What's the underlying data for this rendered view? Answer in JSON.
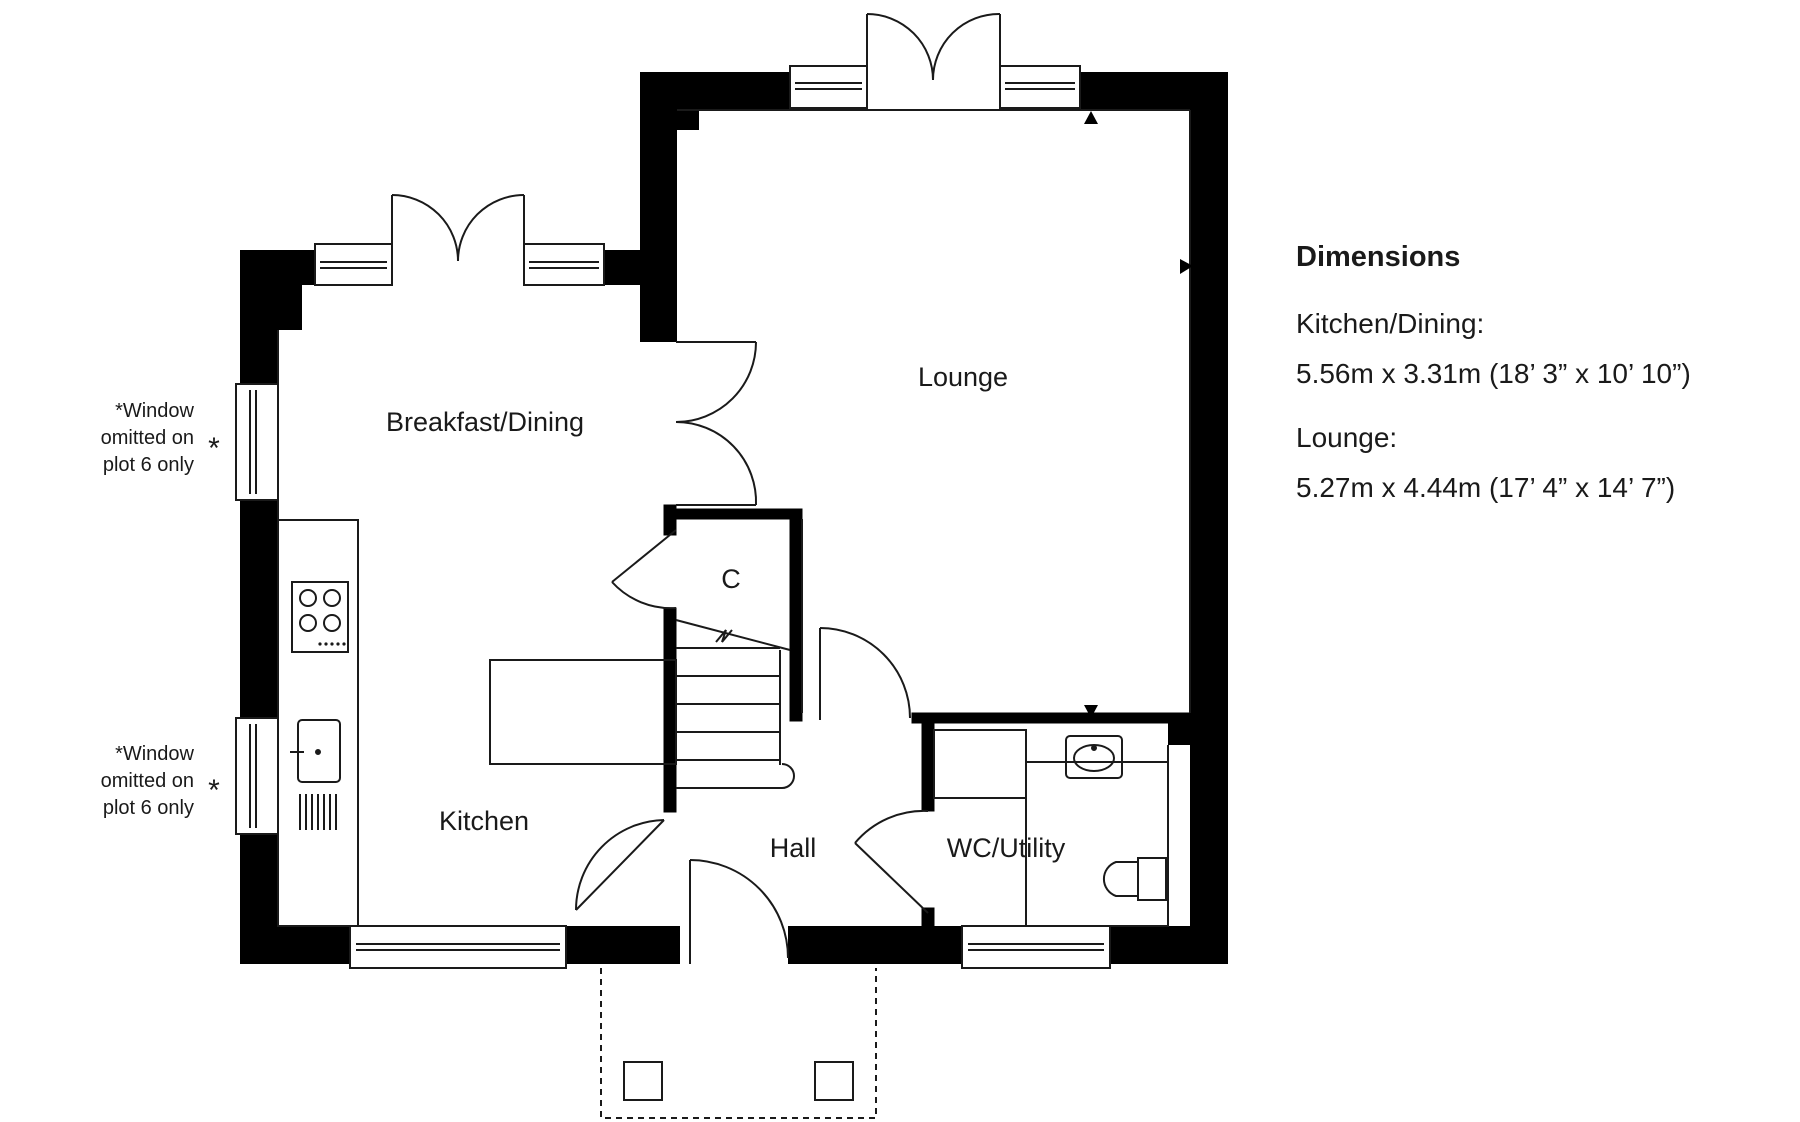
{
  "plan": {
    "rooms": {
      "breakfast_dining": "Breakfast/Dining",
      "lounge": "Lounge",
      "kitchen": "Kitchen",
      "hall": "Hall",
      "wc_utility": "WC/Utility",
      "cupboard": "C"
    },
    "notes": {
      "window_upper": [
        "*Window",
        "omitted on",
        "plot 6 only"
      ],
      "window_lower": [
        "*Window",
        "omitted on",
        "plot 6 only"
      ],
      "asterisk": "*"
    }
  },
  "dimensions": {
    "heading": "Dimensions",
    "kitchen_dining_label": "Kitchen/Dining:",
    "kitchen_dining_value": "5.56m x 3.31m  (18’ 3” x 10’ 10”)",
    "lounge_label": "Lounge:",
    "lounge_value": "5.27m x 4.44m (17’ 4” x 14’ 7”)"
  },
  "colors": {
    "wall": "#000000",
    "line": "#1a1a1a",
    "background": "#ffffff"
  }
}
